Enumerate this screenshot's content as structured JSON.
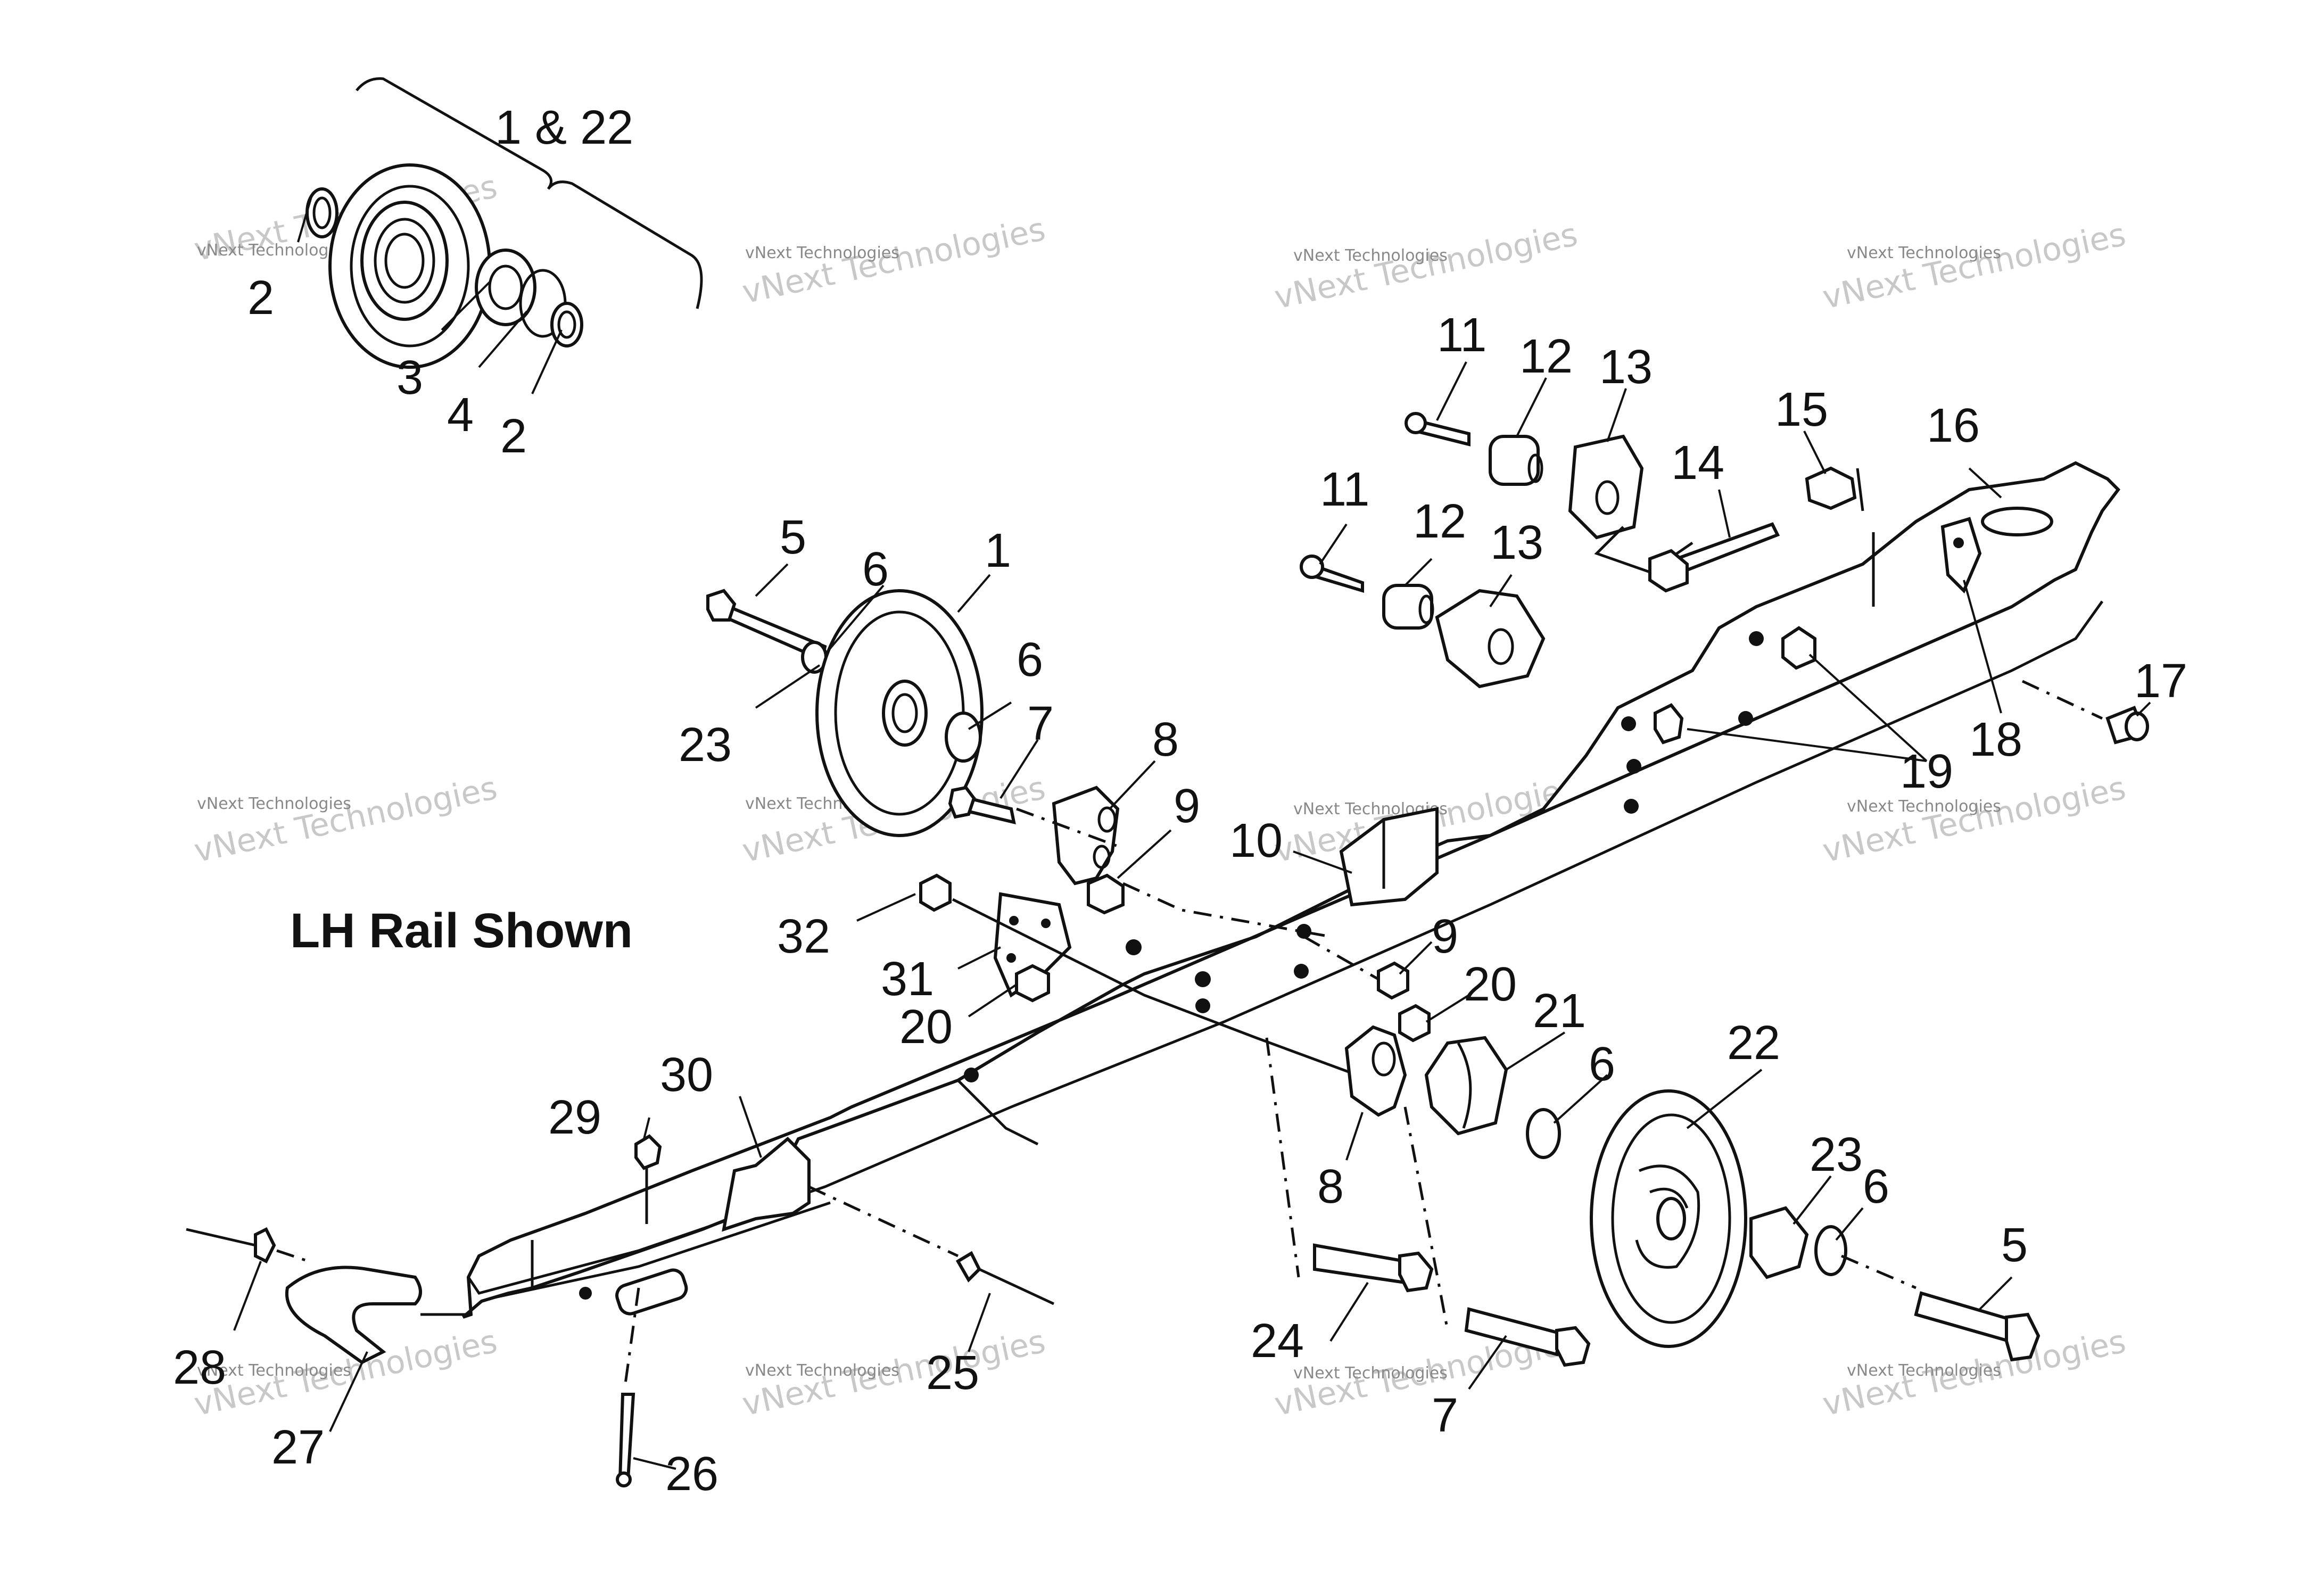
{
  "title": "LH Rail Shown",
  "watermark": {
    "line1": "vNext Technologies",
    "line2": "vNext Technologies"
  },
  "callouts": {
    "c_1_22": "1 & 22",
    "c2a": "2",
    "c3": "3",
    "c4": "4",
    "c2b": "2",
    "c5a": "5",
    "c6a": "6",
    "c1": "1",
    "c23a": "23",
    "c6b": "6",
    "c7a": "7",
    "c8a": "8",
    "c9a": "9",
    "c10": "10",
    "c11a": "11",
    "c12a": "12",
    "c13a": "13",
    "c11b": "11",
    "c12b": "12",
    "c13b": "13",
    "c14": "14",
    "c15": "15",
    "c16": "16",
    "c17": "17",
    "c18": "18",
    "c19": "19",
    "c32": "32",
    "c31": "31",
    "c20a": "20",
    "c9b": "9",
    "c20b": "20",
    "c21": "21",
    "c6c": "6",
    "c22": "22",
    "c23b": "23",
    "c6d": "6",
    "c8b": "8",
    "c29": "29",
    "c30": "30",
    "c28": "28",
    "c27": "27",
    "c25": "25",
    "c26": "26",
    "c24": "24",
    "c7b": "7",
    "c5b": "5"
  },
  "colors": {
    "ink": "#111111",
    "background": "#ffffff",
    "watermark": "#c8c8c8"
  }
}
